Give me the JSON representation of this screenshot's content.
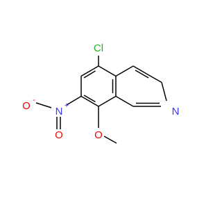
{
  "molecule": {
    "atoms": {
      "chlorine": {
        "label": "Cl"
      },
      "ring_nitrogen": {
        "label": "N"
      },
      "nitro_oxygen_charged": {
        "label": "O",
        "charge": "-"
      },
      "nitro_nitrogen": {
        "label": "N",
        "charge": "+"
      },
      "methoxy_oxygen": {
        "label": "O"
      }
    },
    "colors": {
      "bond": "#000000",
      "chlorine": "#1fb41f",
      "nitrogen": "#3838ff",
      "oxygen": "#ff0000"
    }
  }
}
